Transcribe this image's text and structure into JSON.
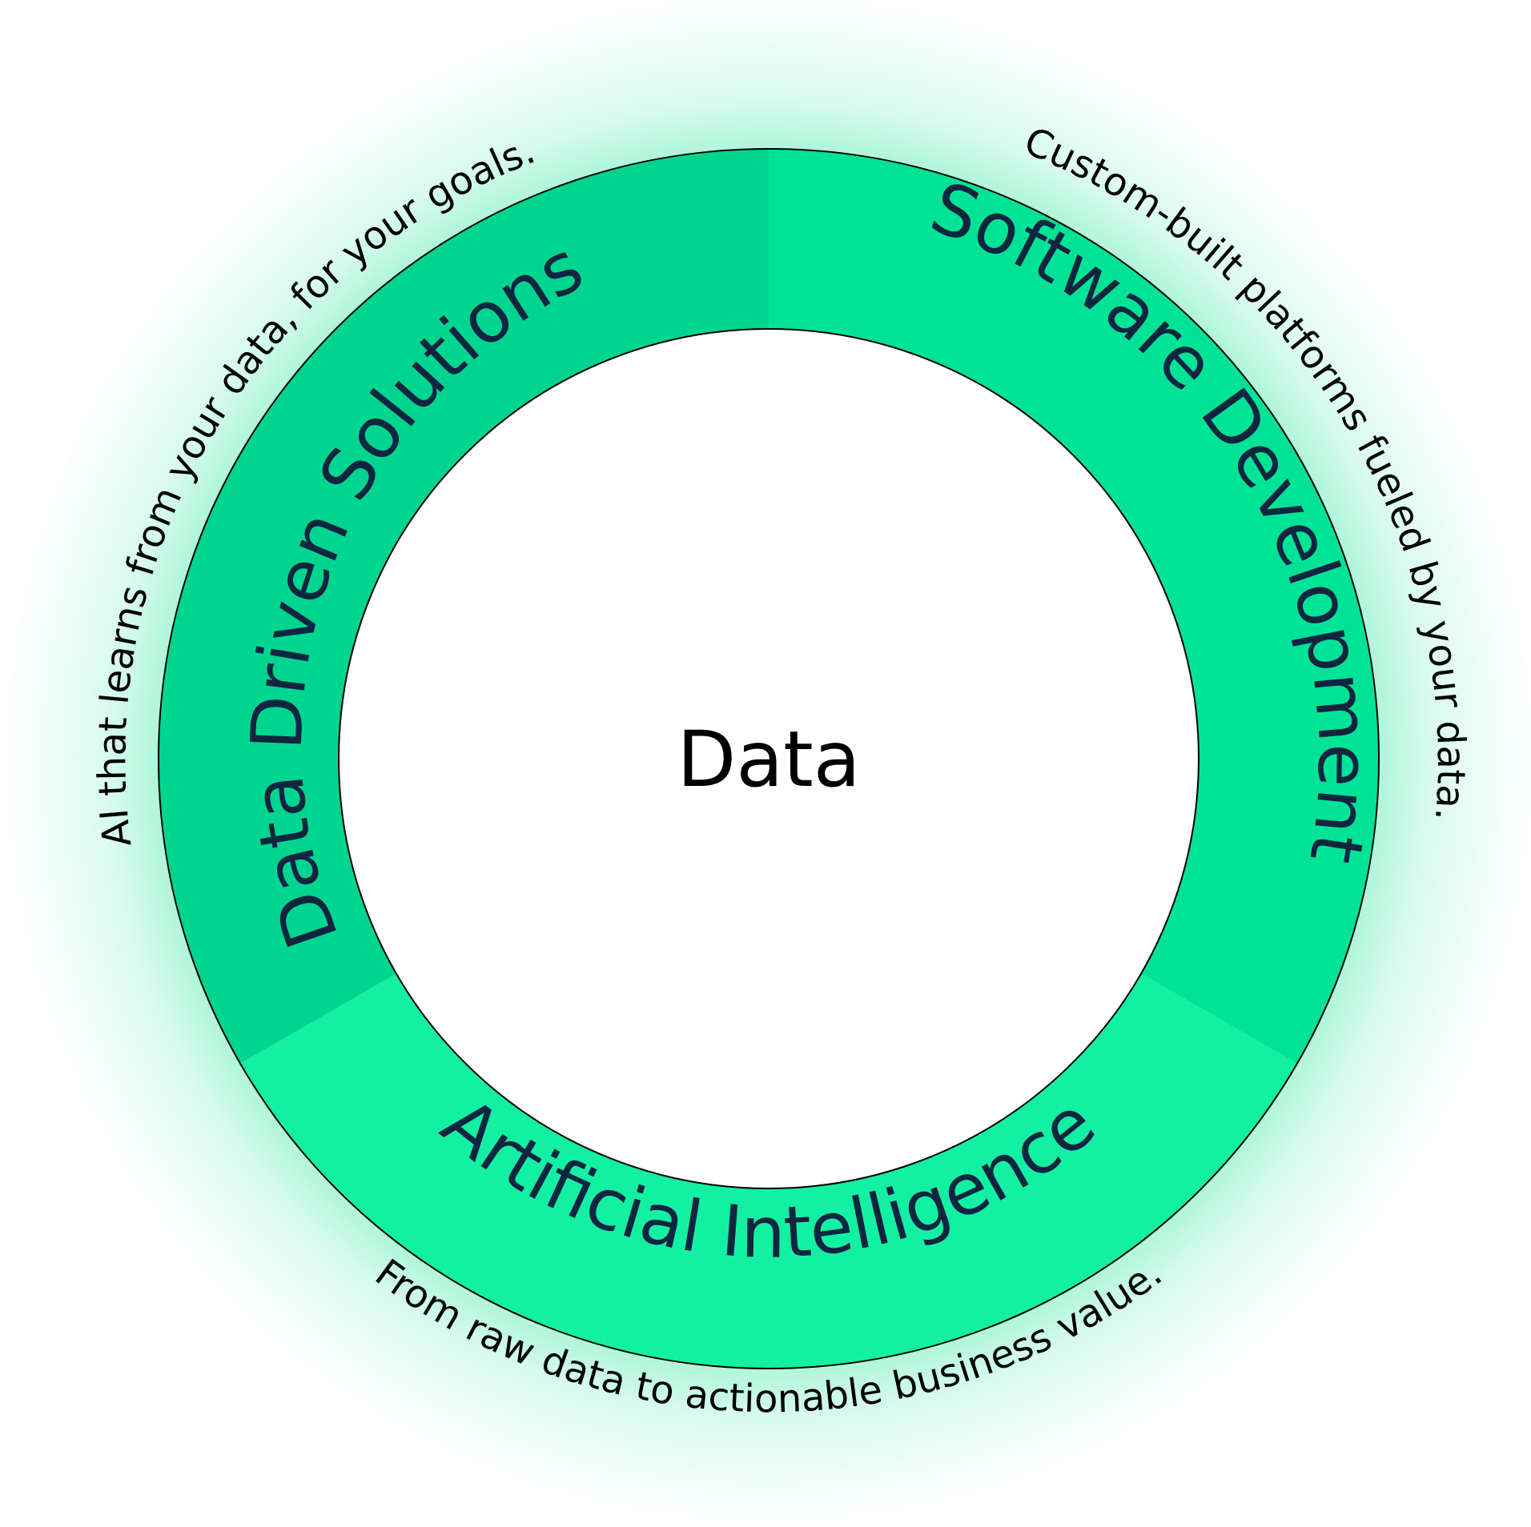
{
  "center": {
    "label": "Data"
  },
  "segments": [
    {
      "id": "data-driven-solutions",
      "label": "Data Driven Solutions",
      "color": "#00d58f"
    },
    {
      "id": "software-development",
      "label": "Software Development",
      "color": "#00e396"
    },
    {
      "id": "artificial-intelligence",
      "label": "Artificial Intelligence",
      "color": "#14f0a3"
    }
  ],
  "captions": {
    "data_driven_solutions": "AI that learns from your data, for your goals.",
    "software_development": "Custom-built platforms fueled by your data.",
    "artificial_intelligence": "From raw data to actionable business value."
  },
  "colors": {
    "glow": "#2fe6a3",
    "label_text": "#0f2540",
    "outline": "#000000"
  }
}
